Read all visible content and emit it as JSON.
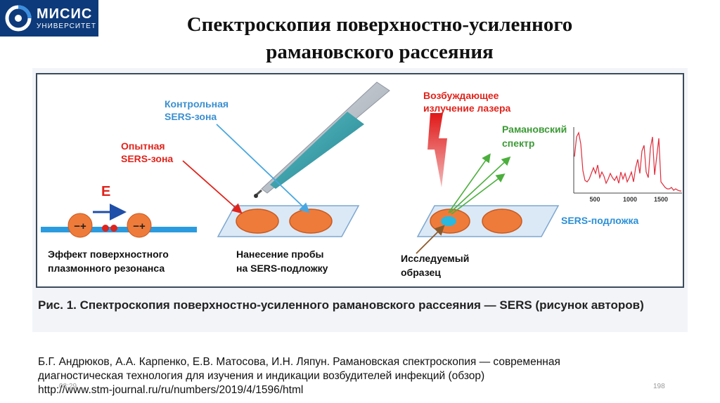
{
  "logo": {
    "main": "МИСИС",
    "sub": "УНИВЕРСИТЕТ"
  },
  "title": {
    "line1": "Спектроскопия поверхностно-усиленного",
    "line2": "рамановского рассеяния"
  },
  "figure": {
    "control_zone": {
      "line1": "Контрольная",
      "line2": "SERS-зона"
    },
    "test_zone": {
      "line1": "Опытная",
      "line2": "SERS-зона"
    },
    "field_symbol": "E",
    "charge_left": "−+",
    "charge_right": "−+",
    "plasmon": {
      "line1": "Эффект поверхностного",
      "line2": "плазмонного резонанса"
    },
    "probe": {
      "line1": "Нанесение пробы",
      "line2": "на SERS-подложку"
    },
    "laser": {
      "line1": "Возбуждающее",
      "line2": "излучение лазера"
    },
    "raman": {
      "line1": "Рамановский",
      "line2": "спектр"
    },
    "substrate": "SERS-подложка",
    "sample": {
      "line1": "Исследуемый",
      "line2": "образец"
    },
    "spectrum_ticks": [
      "500",
      "1000",
      "1500"
    ],
    "caption": "Рис. 1. Спектроскопия поверхностно-усиленного рамановского рассеяния — SERS (рисунок авторов)"
  },
  "reference": {
    "line1": "Б.Г. Андрюков, А.А. Карпенко, Е.В. Матосова, И.Н. Ляпун. Рамановская спектроскопия — современная",
    "line2": "диагностическая технология для изучения и индикации возбудителей инфекций (обзор)",
    "line3": "http://www.stm-journal.ru/ru/numbers/2019/4/1596/html"
  },
  "footer": {
    "time": "08:29",
    "page": "198"
  },
  "colors": {
    "brand": "#0d3a7a",
    "zone": "#ef7b3a",
    "arrow_blue": "#48a7e0",
    "arrow_red": "#e0231b",
    "arrow_green": "#4caf3d",
    "spectrum": "#e02b3a"
  }
}
